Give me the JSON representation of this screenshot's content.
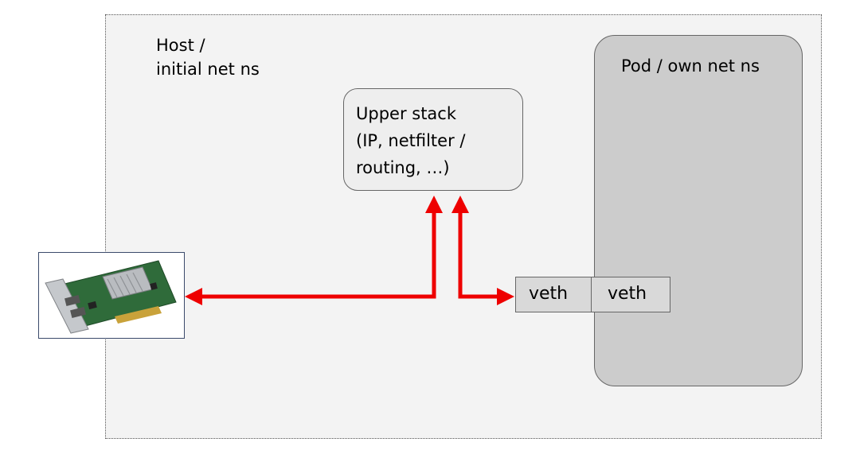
{
  "host": {
    "label_lines": [
      "Host /",
      "initial net ns"
    ]
  },
  "pod": {
    "label": "Pod / own net ns"
  },
  "upper_stack": {
    "lines": [
      "Upper stack",
      "(IP,  netfilter /",
      "routing, …)"
    ]
  },
  "veth_pair": {
    "left": "veth",
    "right": "veth"
  },
  "nic": {
    "icon": "network-interface-card"
  },
  "colors": {
    "arrow": "#ee0000",
    "host_bg": "#f3f3f3",
    "pod_bg": "#cccccc"
  }
}
